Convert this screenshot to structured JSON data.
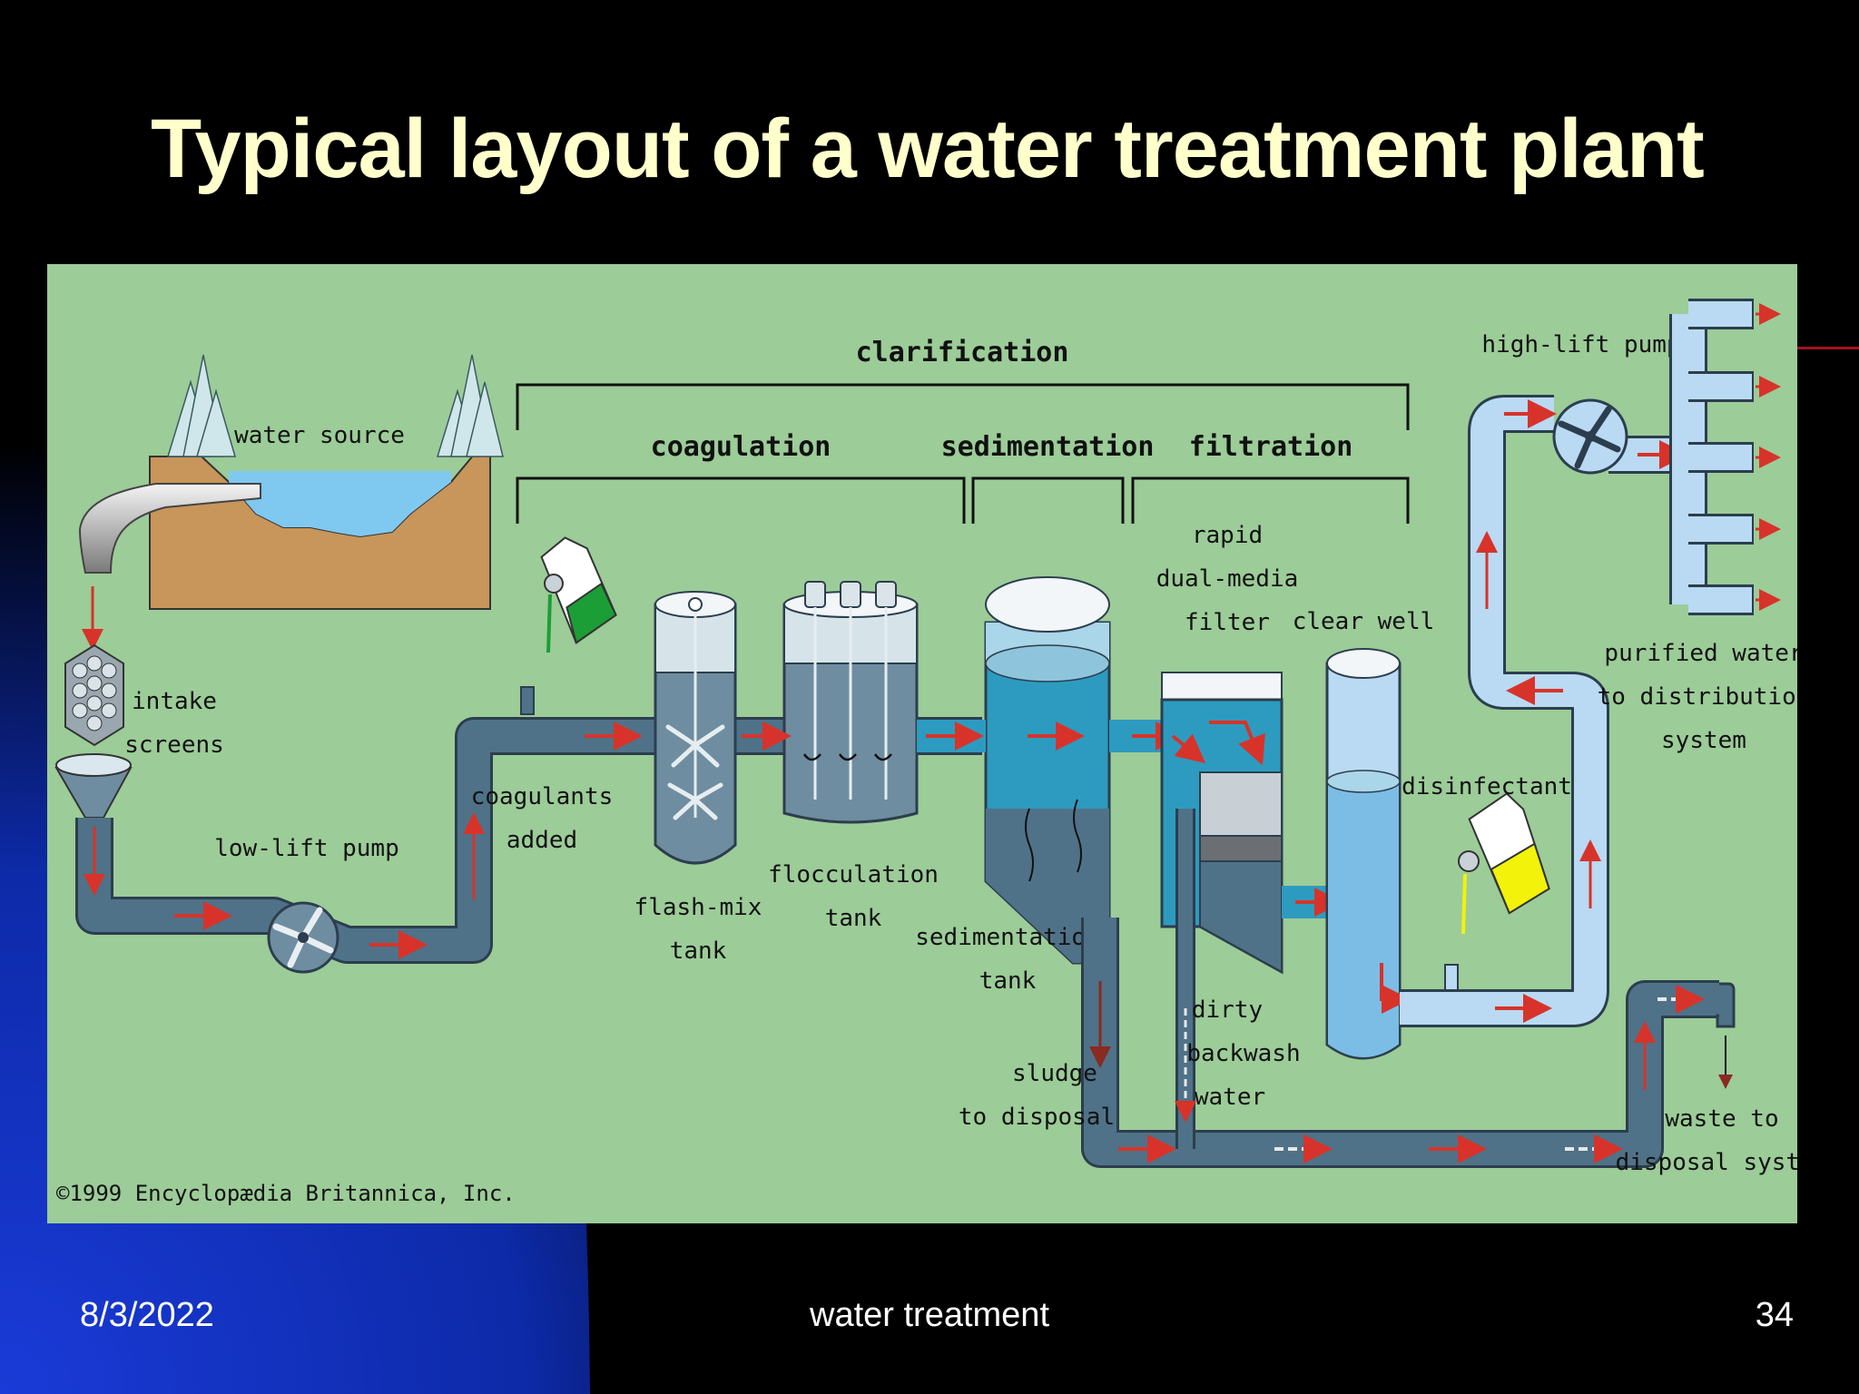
{
  "slide": {
    "title": "Typical layout of a water treatment plant",
    "footer": {
      "date": "8/3/2022",
      "center": "water treatment",
      "page": "34"
    }
  },
  "diagram": {
    "stages": {
      "clarification": "clarification",
      "coagulation": "coagulation",
      "sedimentation": "sedimentation",
      "filtration": "filtration"
    },
    "labels": {
      "water_source": "water source",
      "intake": "intake",
      "screens": "screens",
      "low_lift_pump": "low-lift pump",
      "coagulants": "coagulants",
      "added": "added",
      "flash_mix": "flash-mix",
      "flash_mix_tank": "tank",
      "flocculation": "flocculation",
      "flocculation_tank": "tank",
      "sedimentation": "sedimentation",
      "sedimentation_tank": "tank",
      "rapid": "rapid",
      "dual_media": "dual-media",
      "filter": "filter",
      "clear_well": "clear well",
      "disinfectant": "disinfectant",
      "high_lift_pump": "high-lift pump",
      "purified_water": "purified water",
      "to_distribution": "to distribution",
      "system": "system",
      "sludge": "sludge",
      "to_disposal": "to disposal",
      "dirty": "dirty",
      "backwash": "backwash",
      "water": "water",
      "waste_to": "waste to",
      "disposal_system": "disposal system"
    },
    "copyright": "©1999 Encyclopædia Britannica, Inc.",
    "colors": {
      "background": "#9ccc98",
      "raw_pipe": "#4f7288",
      "clarified_water": "#2d9bc0",
      "clean_pipe": "#b9daf2",
      "flow_arrow": "#d7332a",
      "soil": "#c8955a",
      "coagulant_liquid": "#1a9e35",
      "disinfectant_liquid": "#f2f20a",
      "title": "#ffffcc"
    }
  }
}
